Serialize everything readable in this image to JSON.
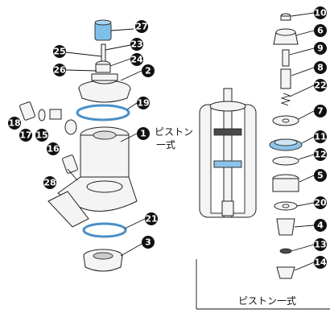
{
  "callouts": [
    {
      "id": "c27",
      "n": "27"
    },
    {
      "id": "c23",
      "n": "23"
    },
    {
      "id": "c25",
      "n": "25"
    },
    {
      "id": "c24",
      "n": "24"
    },
    {
      "id": "c26",
      "n": "26"
    },
    {
      "id": "c2",
      "n": "2"
    },
    {
      "id": "c19",
      "n": "19"
    },
    {
      "id": "c18",
      "n": "18"
    },
    {
      "id": "c17",
      "n": "17"
    },
    {
      "id": "c15",
      "n": "15"
    },
    {
      "id": "c16",
      "n": "16"
    },
    {
      "id": "c1",
      "n": "1"
    },
    {
      "id": "c28",
      "n": "28"
    },
    {
      "id": "c21",
      "n": "21"
    },
    {
      "id": "c3",
      "n": "3"
    },
    {
      "id": "c10",
      "n": "10"
    },
    {
      "id": "c6",
      "n": "6"
    },
    {
      "id": "c9",
      "n": "9"
    },
    {
      "id": "c8",
      "n": "8"
    },
    {
      "id": "c22",
      "n": "22"
    },
    {
      "id": "c7",
      "n": "7"
    },
    {
      "id": "c11",
      "n": "11"
    },
    {
      "id": "c12",
      "n": "12"
    },
    {
      "id": "c5",
      "n": "5"
    },
    {
      "id": "c20",
      "n": "20"
    },
    {
      "id": "c4",
      "n": "4"
    },
    {
      "id": "c13",
      "n": "13"
    },
    {
      "id": "c14",
      "n": "14"
    }
  ],
  "labels": {
    "piston_label_line1": "ピストン",
    "piston_label_line2": "一式",
    "piston_assembly_caption": "ピストン一式"
  },
  "colors": {
    "callout_fill": "#111111",
    "oring_blue": "#4a90c8",
    "seal_blue": "#8cc4ea",
    "cap_blue": "#7fc0e8"
  }
}
